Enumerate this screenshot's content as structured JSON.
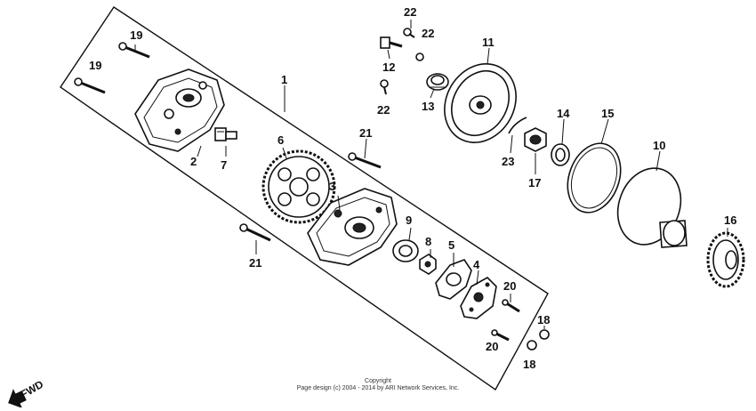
{
  "callouts": {
    "c1": "1",
    "c2": "2",
    "c3": "3",
    "c4": "4",
    "c5": "5",
    "c6": "6",
    "c7": "7",
    "c8": "8",
    "c9": "9",
    "c10": "10",
    "c11": "11",
    "c12": "12",
    "c13": "13",
    "c14": "14",
    "c15": "15",
    "c16": "16",
    "c17": "17",
    "c18a": "18",
    "c18b": "18",
    "c19a": "19",
    "c19b": "19",
    "c20a": "20",
    "c20b": "20",
    "c21a": "21",
    "c21b": "21",
    "c22a": "22",
    "c22b": "22",
    "c22c": "22",
    "c23": "23"
  },
  "copyright": {
    "line1": "Copyright",
    "line2": "Page design (c) 2004 - 2014 by ARI Network Services, Inc."
  },
  "direction_label": "FWD"
}
